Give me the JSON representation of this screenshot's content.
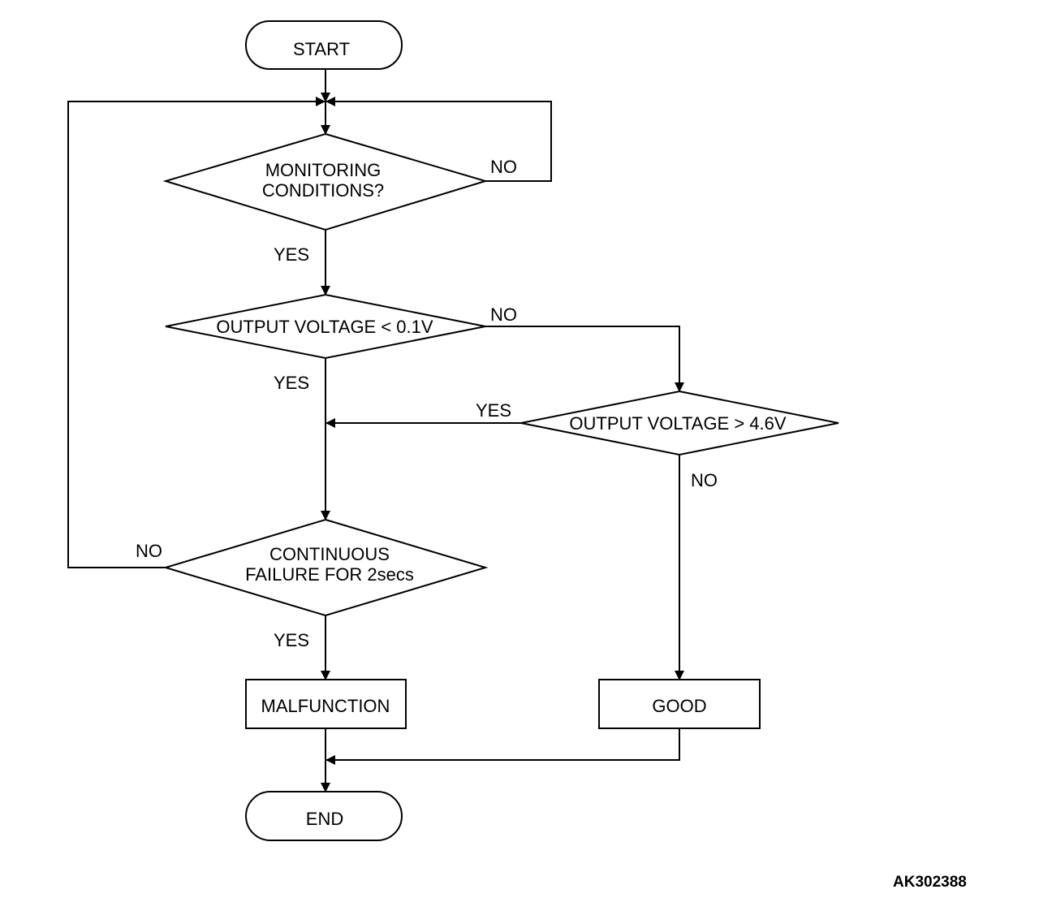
{
  "nodes": {
    "start": "START",
    "monitoring_line1": "MONITORING",
    "monitoring_line2": "CONDITIONS?",
    "output_low": "OUTPUT VOLTAGE < 0.1V",
    "output_high": "OUTPUT VOLTAGE > 4.6V",
    "continuous_line1": "CONTINUOUS",
    "continuous_line2": "FAILURE FOR 2secs",
    "malfunction": "MALFUNCTION",
    "good": "GOOD",
    "end": "END"
  },
  "edges": {
    "monitoring_no": "NO",
    "monitoring_yes": "YES",
    "output_low_no": "NO",
    "output_low_yes": "YES",
    "output_high_yes": "YES",
    "output_high_no": "NO",
    "continuous_no": "NO",
    "continuous_yes": "YES"
  },
  "figure_id": "AK302388"
}
